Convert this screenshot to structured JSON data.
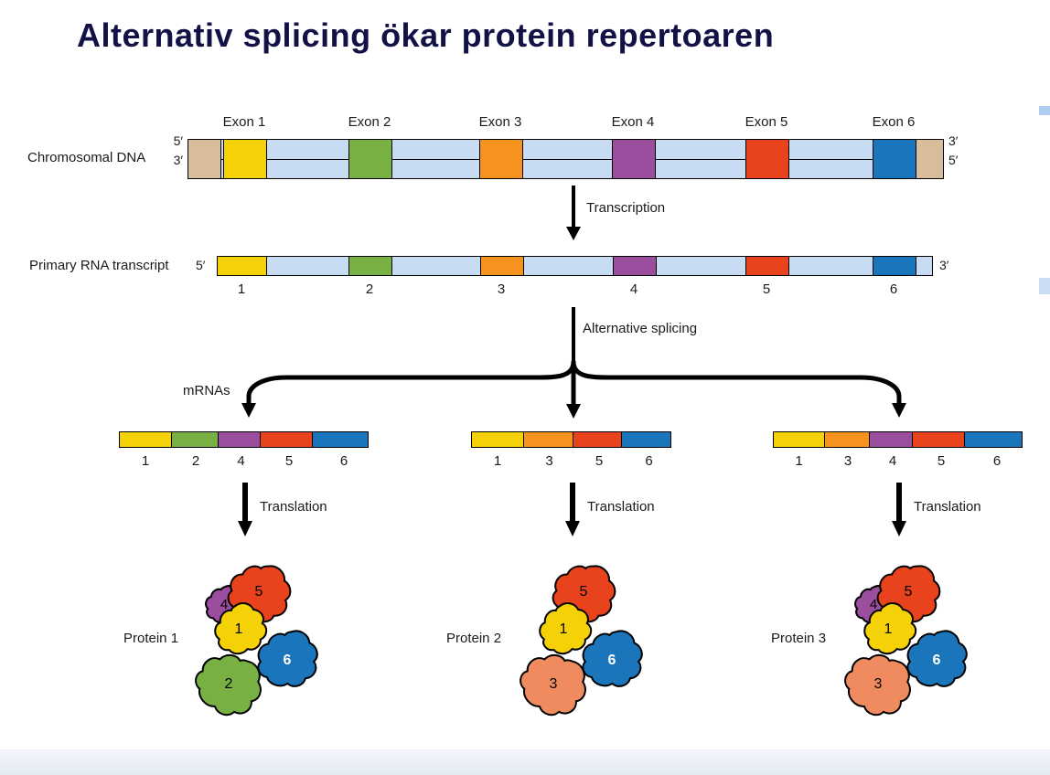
{
  "title": {
    "text": "Alternativ splicing ökar protein repertoaren",
    "color": "#131247"
  },
  "colors": {
    "yellow": "#F5D108",
    "green": "#78B044",
    "orange": "#F6921E",
    "purple": "#9C4E9E",
    "red": "#E8431C",
    "blue": "#1B75BB",
    "intron": "#C7DBF2",
    "tan": "#D8BD9C",
    "salmon": "#F08B60",
    "scrollbar": "#AECDF0",
    "scrollbar2": "#CADCF2"
  },
  "dna": {
    "label": "Chromosomal DNA",
    "ends": {
      "top_left": "5′",
      "bottom_left": "3′",
      "top_right": "3′",
      "bottom_right": "5′"
    },
    "exons": [
      {
        "label": "Exon 1",
        "color": "#F5D108"
      },
      {
        "label": "Exon 2",
        "color": "#78B044"
      },
      {
        "label": "Exon 3",
        "color": "#F6921E"
      },
      {
        "label": "Exon 4",
        "color": "#9C4E9E"
      },
      {
        "label": "Exon 5",
        "color": "#E8431C"
      },
      {
        "label": "Exon 6",
        "color": "#1B75BB"
      }
    ]
  },
  "transcription": {
    "label": "Transcription"
  },
  "rna": {
    "label": "Primary RNA transcript",
    "left_end": "5′",
    "right_end": "3′",
    "exons": [
      {
        "num": "1",
        "color": "#F5D108"
      },
      {
        "num": "2",
        "color": "#78B044"
      },
      {
        "num": "3",
        "color": "#F6921E"
      },
      {
        "num": "4",
        "color": "#9C4E9E"
      },
      {
        "num": "5",
        "color": "#E8431C"
      },
      {
        "num": "6",
        "color": "#1B75BB"
      }
    ]
  },
  "splicing": {
    "label": "Alternative splicing",
    "mrnas_label": "mRNAs"
  },
  "mrnas": [
    {
      "segments": [
        {
          "num": "1",
          "color": "#F5D108"
        },
        {
          "num": "2",
          "color": "#78B044"
        },
        {
          "num": "4",
          "color": "#9C4E9E"
        },
        {
          "num": "5",
          "color": "#E8431C"
        },
        {
          "num": "6",
          "color": "#1B75BB"
        }
      ]
    },
    {
      "segments": [
        {
          "num": "1",
          "color": "#F5D108"
        },
        {
          "num": "3",
          "color": "#F6921E"
        },
        {
          "num": "5",
          "color": "#E8431C"
        },
        {
          "num": "6",
          "color": "#1B75BB"
        }
      ]
    },
    {
      "segments": [
        {
          "num": "1",
          "color": "#F5D108"
        },
        {
          "num": "3",
          "color": "#F6921E"
        },
        {
          "num": "4",
          "color": "#9C4E9E"
        },
        {
          "num": "5",
          "color": "#E8431C"
        },
        {
          "num": "6",
          "color": "#1B75BB"
        }
      ]
    }
  ],
  "translation": {
    "label": "Translation"
  },
  "proteins": [
    {
      "label": "Protein 1",
      "domains": [
        {
          "num": "4",
          "color": "#9C4E9E",
          "num_color": "#000000"
        },
        {
          "num": "5",
          "color": "#E8431C",
          "num_color": "#000000"
        },
        {
          "num": "1",
          "color": "#F5D108",
          "num_color": "#000000"
        },
        {
          "num": "6",
          "color": "#1B75BB",
          "num_color": "#FFFFFF"
        },
        {
          "num": "2",
          "color": "#78B044",
          "num_color": "#000000"
        }
      ]
    },
    {
      "label": "Protein 2",
      "domains": [
        {
          "num": "5",
          "color": "#E8431C",
          "num_color": "#000000"
        },
        {
          "num": "1",
          "color": "#F5D108",
          "num_color": "#000000"
        },
        {
          "num": "6",
          "color": "#1B75BB",
          "num_color": "#FFFFFF"
        },
        {
          "num": "3",
          "color": "#F08B60",
          "num_color": "#000000"
        }
      ]
    },
    {
      "label": "Protein 3",
      "domains": [
        {
          "num": "4",
          "color": "#9C4E9E",
          "num_color": "#000000"
        },
        {
          "num": "5",
          "color": "#E8431C",
          "num_color": "#000000"
        },
        {
          "num": "1",
          "color": "#F5D108",
          "num_color": "#000000"
        },
        {
          "num": "6",
          "color": "#1B75BB",
          "num_color": "#FFFFFF"
        },
        {
          "num": "3",
          "color": "#F08B60",
          "num_color": "#000000"
        }
      ]
    }
  ]
}
